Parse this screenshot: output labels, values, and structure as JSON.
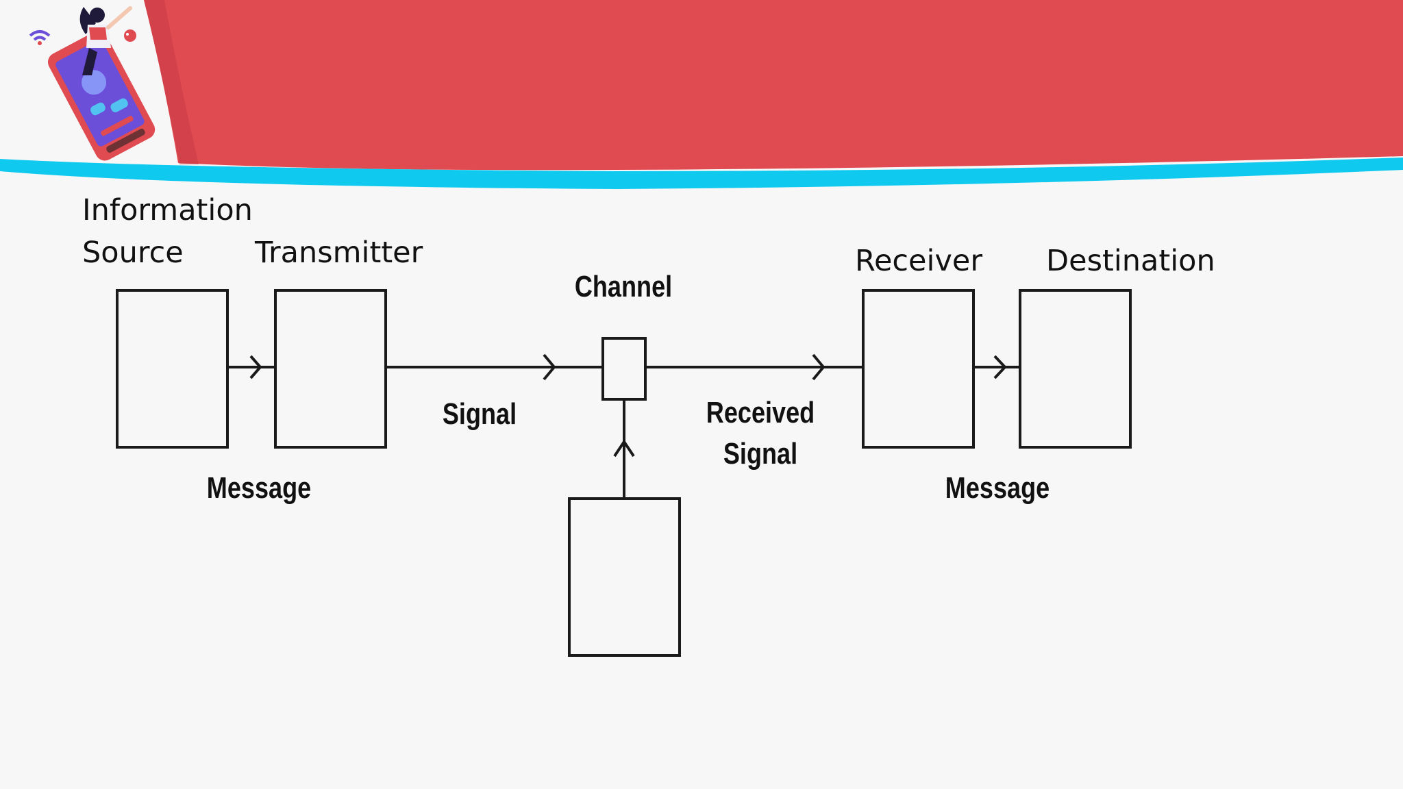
{
  "theme": {
    "banner_red": "#e04a51",
    "banner_dark_red": "#c93c45",
    "wave_cyan": "#10c9ee",
    "background": "#f7f7f8",
    "line": "#1a1a1a"
  },
  "diagram": {
    "blocks": {
      "source": {
        "line1": "Information",
        "line2": "Source"
      },
      "transmitter": "Transmitter",
      "channel": "Channel",
      "receiver": "Receiver",
      "destination": "Destination"
    },
    "edges": {
      "message_left": "Message",
      "signal": "Signal",
      "received_signal": {
        "line1": "Received",
        "line2": "Signal"
      },
      "message_right": "Message"
    }
  },
  "illustration": {
    "icon": "phone-with-woman-illustration"
  }
}
